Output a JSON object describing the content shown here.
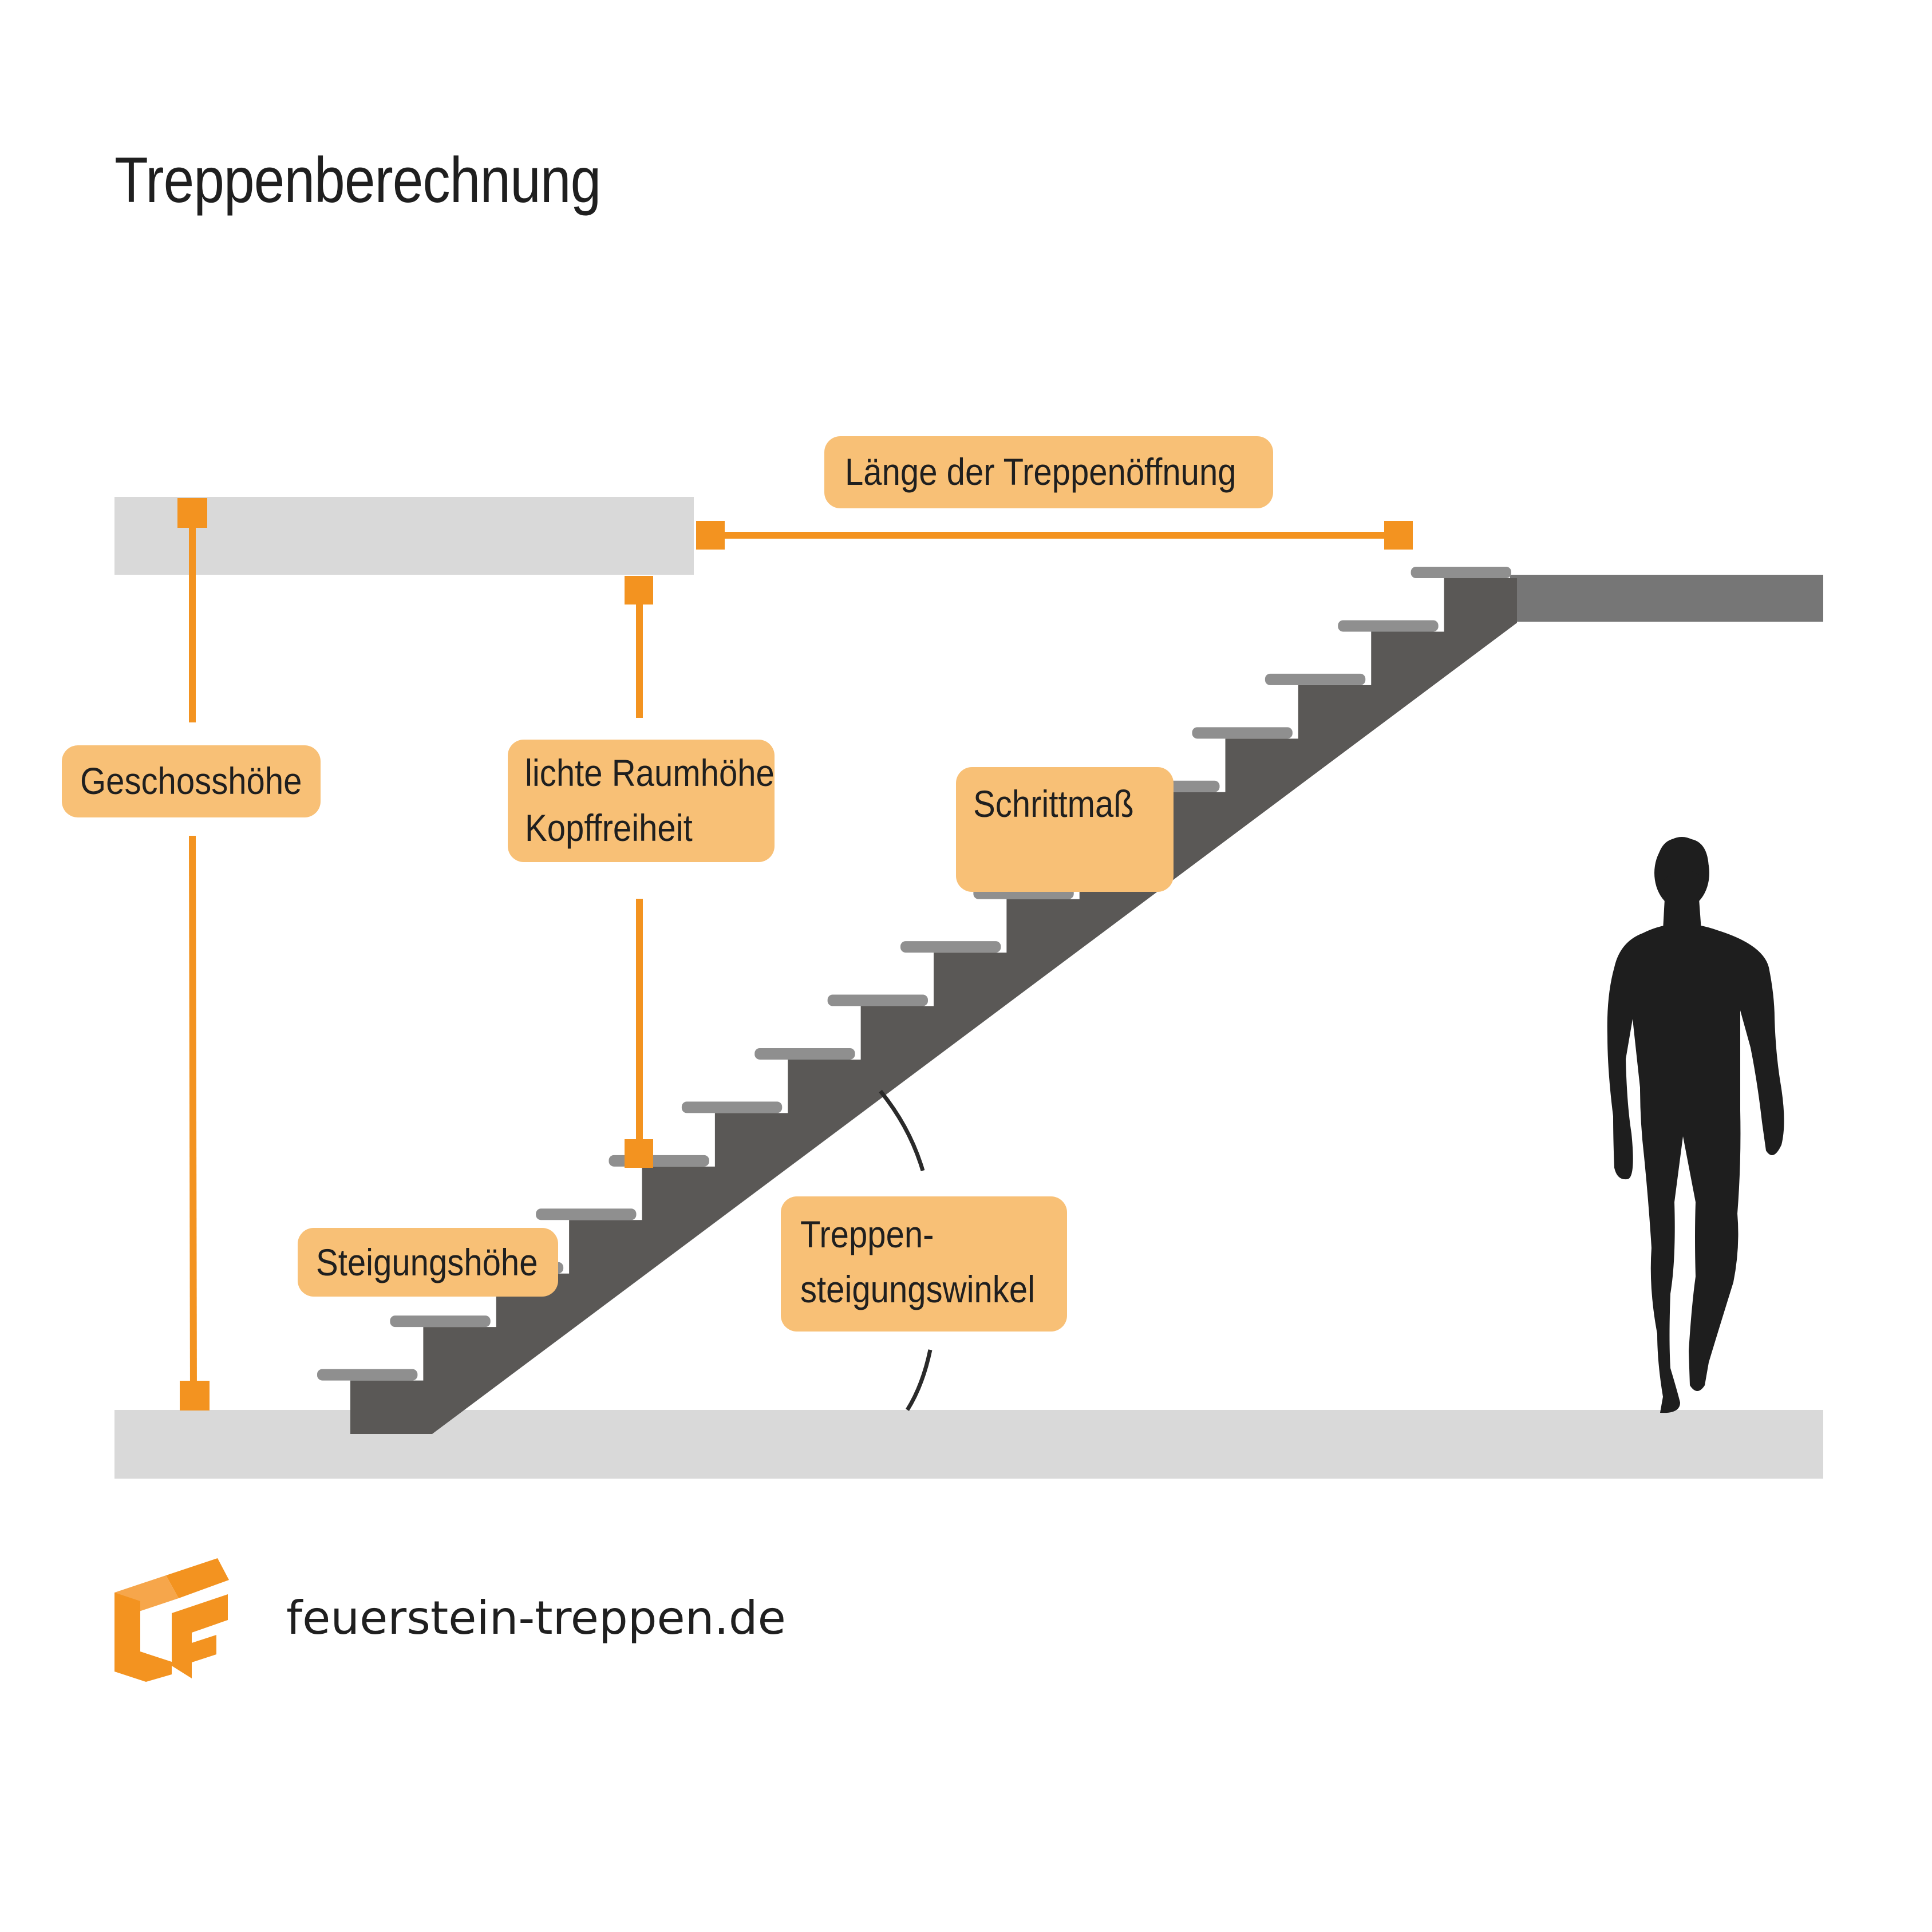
{
  "title": "Treppenberechnung",
  "labels": {
    "opening_length": "Länge der Treppenöffnung",
    "floor_height": "Geschosshöhe",
    "headroom_line1": "lichte Raumhöhe",
    "headroom_line2": "Kopffreiheit",
    "step_measure": "Schrittmaß",
    "riser_height": "Steigungshöhe",
    "angle_line1": "Treppen-",
    "angle_line2": "steigungswinkel"
  },
  "brand": {
    "logo": "feuerstein-logo-icon",
    "website": "feuerstein-treppen.de"
  },
  "colors": {
    "accent": "#f39320",
    "label_bg": "#f8c076",
    "slab": "#d9d9d9",
    "upper_floor": "#767676",
    "stair": "#5a5856",
    "tread": "#8f8f8f",
    "silhouette": "#1e1e1e"
  }
}
